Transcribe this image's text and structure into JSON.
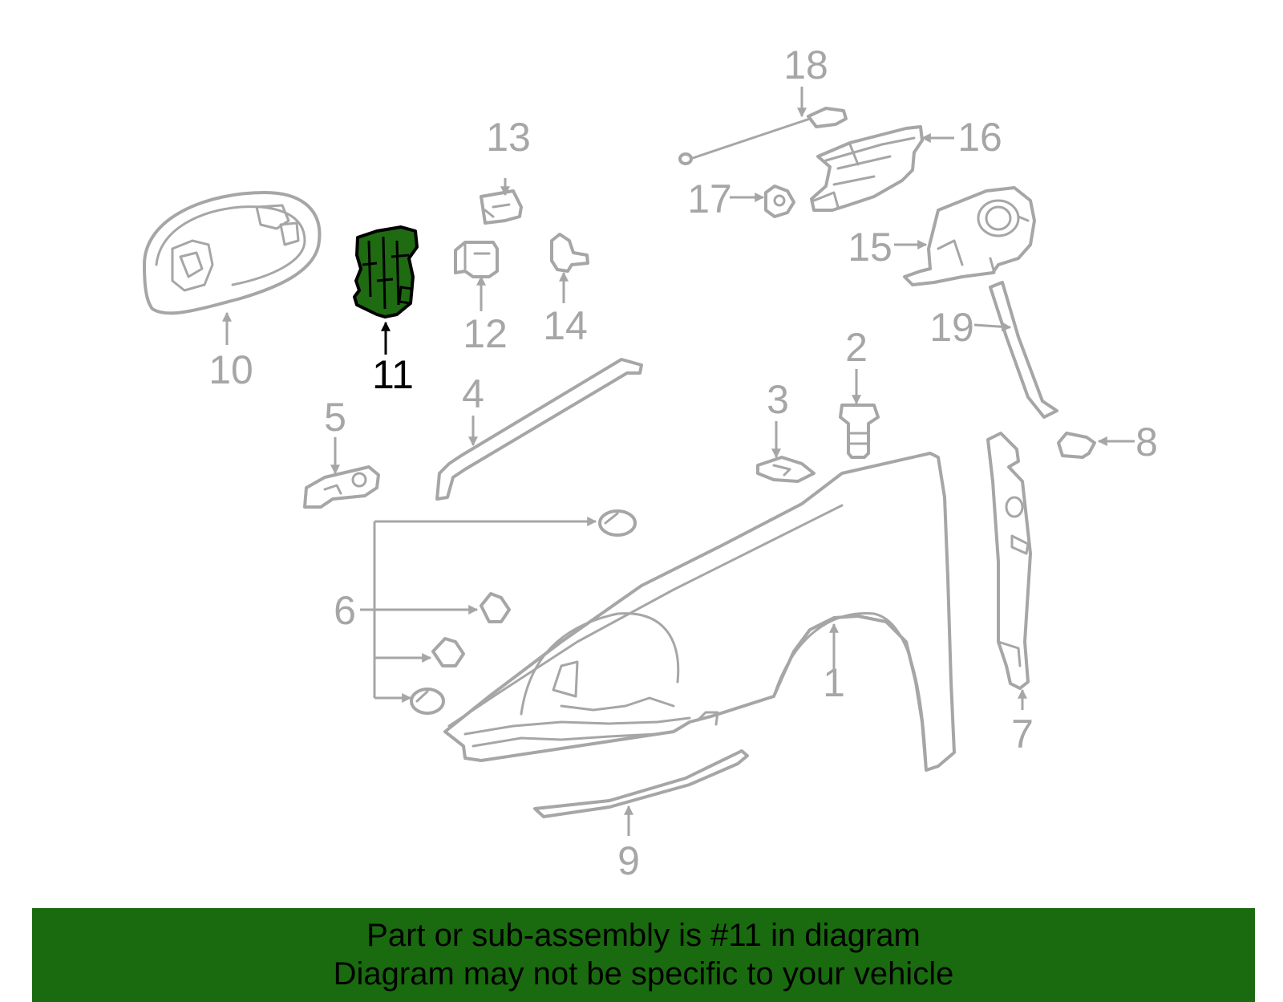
{
  "callouts": {
    "c1": "1",
    "c2": "2",
    "c3": "3",
    "c4": "4",
    "c5": "5",
    "c6": "6",
    "c7": "7",
    "c8": "8",
    "c9": "9",
    "c10": "10",
    "c11": "11",
    "c12": "12",
    "c13": "13",
    "c14": "14",
    "c15": "15",
    "c16": "16",
    "c17": "17",
    "c18": "18",
    "c19": "19"
  },
  "highlighted_part": "11",
  "colors": {
    "highlight_fill": "#1e6b12",
    "banner_background": "#1a6b0f",
    "line_gray": "#a6a6a6"
  },
  "banner": {
    "line1": "Part or sub-assembly is #11 in diagram",
    "line2": "Diagram may not be specific to your vehicle"
  }
}
